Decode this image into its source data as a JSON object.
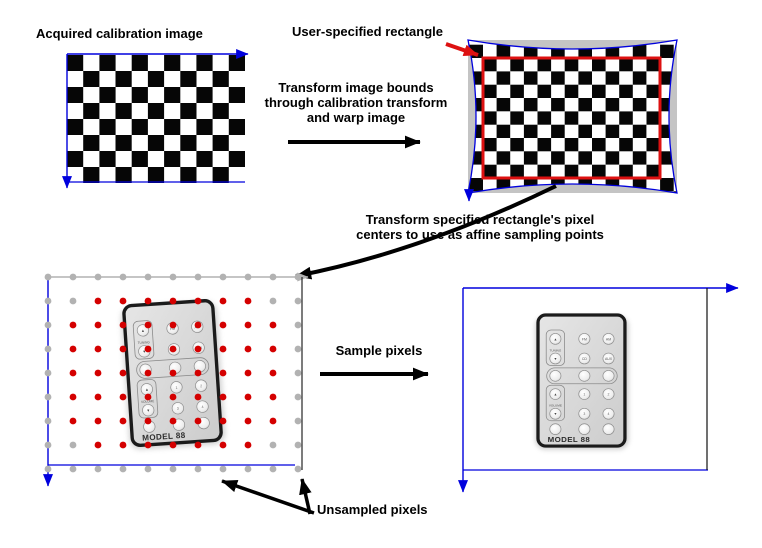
{
  "labels": {
    "acquired": "Acquired calibration image",
    "user_rect": "User-specified rectangle",
    "transform_bounds": [
      "Transform image bounds",
      "through calibration transform",
      "and warp image"
    ],
    "transform_centers": [
      "Transform specified rectangle's pixel",
      "centers to use as affine sampling points"
    ],
    "sample_pixels": "Sample pixels",
    "unsampled_pixels": "Unsampled pixels"
  },
  "colors": {
    "axis_blue": "#0000dd",
    "rect_red": "#dd1111",
    "canvas_gray": "#c4c4c4",
    "dot_red": "#d40000",
    "dot_gray": "#b2b2b2",
    "arrow_black": "#000000",
    "checker_black": "#060606",
    "checker_white": "#ffffff"
  },
  "figures": {
    "calibration_image": {
      "checkerboard_cols": 11,
      "checkerboard_rows": 8
    },
    "warped_image": {
      "checkerboard_cols": 16,
      "checkerboard_rows": 12
    },
    "sampling_grid": {
      "cols": 11,
      "rows": 9,
      "pattern": [
        "GGGGGGGGGGG",
        "GGRRRRRRRGG",
        "GRRRRRRRRRG",
        "GRRRRRRRRRG",
        "GRRRRRRRRRG",
        "GRRRRRRRRRG",
        "GRRRRRRRRRG",
        "GGRRRRRRRGG",
        "GGGGGGGGGGG"
      ]
    },
    "remote": {
      "model_label": "MODEL 88",
      "tuning_label": "TUNING",
      "volume_label": "VOLUME",
      "arrow_up_glyph": "▲",
      "arrow_down_glyph": "▼",
      "source_labels": [
        "FM",
        "AM",
        "CD",
        "AUX"
      ],
      "number_labels": [
        "1",
        "2",
        "3",
        "4"
      ]
    }
  }
}
